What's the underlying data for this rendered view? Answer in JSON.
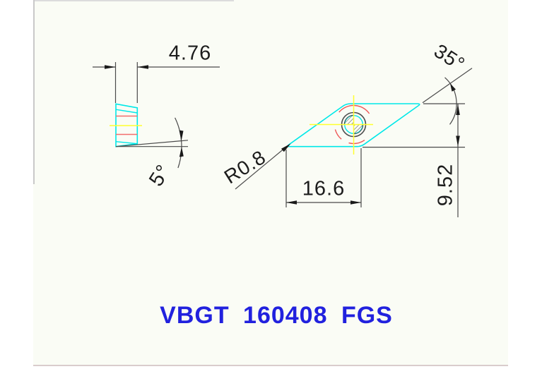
{
  "drawing": {
    "title": "VBGT 160408 FGS",
    "dimensions": {
      "thickness": "4.76",
      "clearance_angle": "5°",
      "corner_radius": "R0.8",
      "point_angle": "35°",
      "cutting_edge_length": "16.6",
      "inscribed_width": "9.52"
    },
    "line_colors": {
      "outline_cyan": "#00e8e8",
      "reference_red": "#f26d6d",
      "centerline_yellow": "#ffff2e",
      "dimension_gray": "#4a4a4a",
      "title_blue": "#2121de",
      "sheet_background": "#fafcf5"
    }
  }
}
